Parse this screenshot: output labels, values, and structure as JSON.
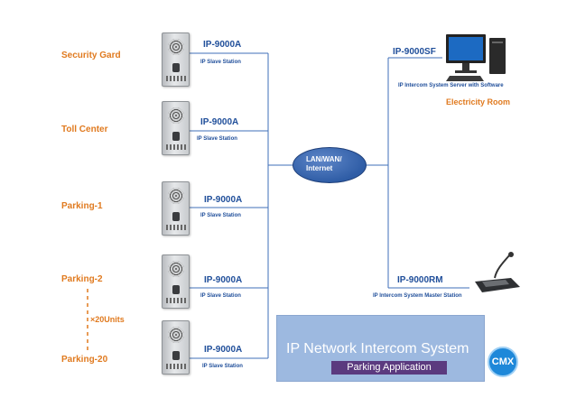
{
  "stations": [
    {
      "location": "Security Gard",
      "model": "IP-9000A",
      "desc": "IP Slave Station"
    },
    {
      "location": "Toll Center",
      "model": "IP-9000A",
      "desc": "IP Slave Station"
    },
    {
      "location": "Parking-1",
      "model": "IP-9000A",
      "desc": "IP Slave Station"
    },
    {
      "location": "Parking-2",
      "model": "IP-9000A",
      "desc": "IP Slave Station"
    },
    {
      "location": "Parking-20",
      "model": "IP-9000A",
      "desc": "IP Slave Station"
    }
  ],
  "units_note": "×20Units",
  "network": {
    "line1": "LAN/WAN/",
    "line2": "Internet"
  },
  "server": {
    "model": "IP-9000SF",
    "desc": "IP Intercom System Server with Software",
    "room": "Electricity Room"
  },
  "master": {
    "model": "IP-9000RM",
    "desc": "IP Intercom System Master Station"
  },
  "banner": {
    "title": "IP Network Intercom System",
    "subtitle": "Parking Application"
  },
  "logo": "CMX",
  "colors": {
    "label_orange": "#e07a1f",
    "model_blue": "#1f4e9a",
    "line_blue": "#3f6fb8",
    "banner_bg": "#9db9e0",
    "banner_sub": "#5b3a7f"
  }
}
